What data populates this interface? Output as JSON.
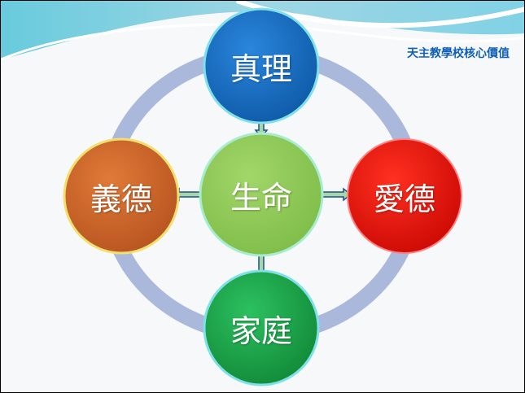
{
  "header": {
    "title": "天主教學校核心價值"
  },
  "diagram": {
    "center": {
      "label": "生命",
      "color": "#92cc5a"
    },
    "nodes": [
      {
        "label": "真理",
        "color": "#1a6fc4",
        "position": "top"
      },
      {
        "label": "義德",
        "color": "#d26a2a",
        "position": "left"
      },
      {
        "label": "愛德",
        "color": "#ee1a12",
        "position": "right"
      },
      {
        "label": "家庭",
        "color": "#1ca84a",
        "position": "bottom"
      }
    ],
    "ring_color": "#aab8dc"
  }
}
